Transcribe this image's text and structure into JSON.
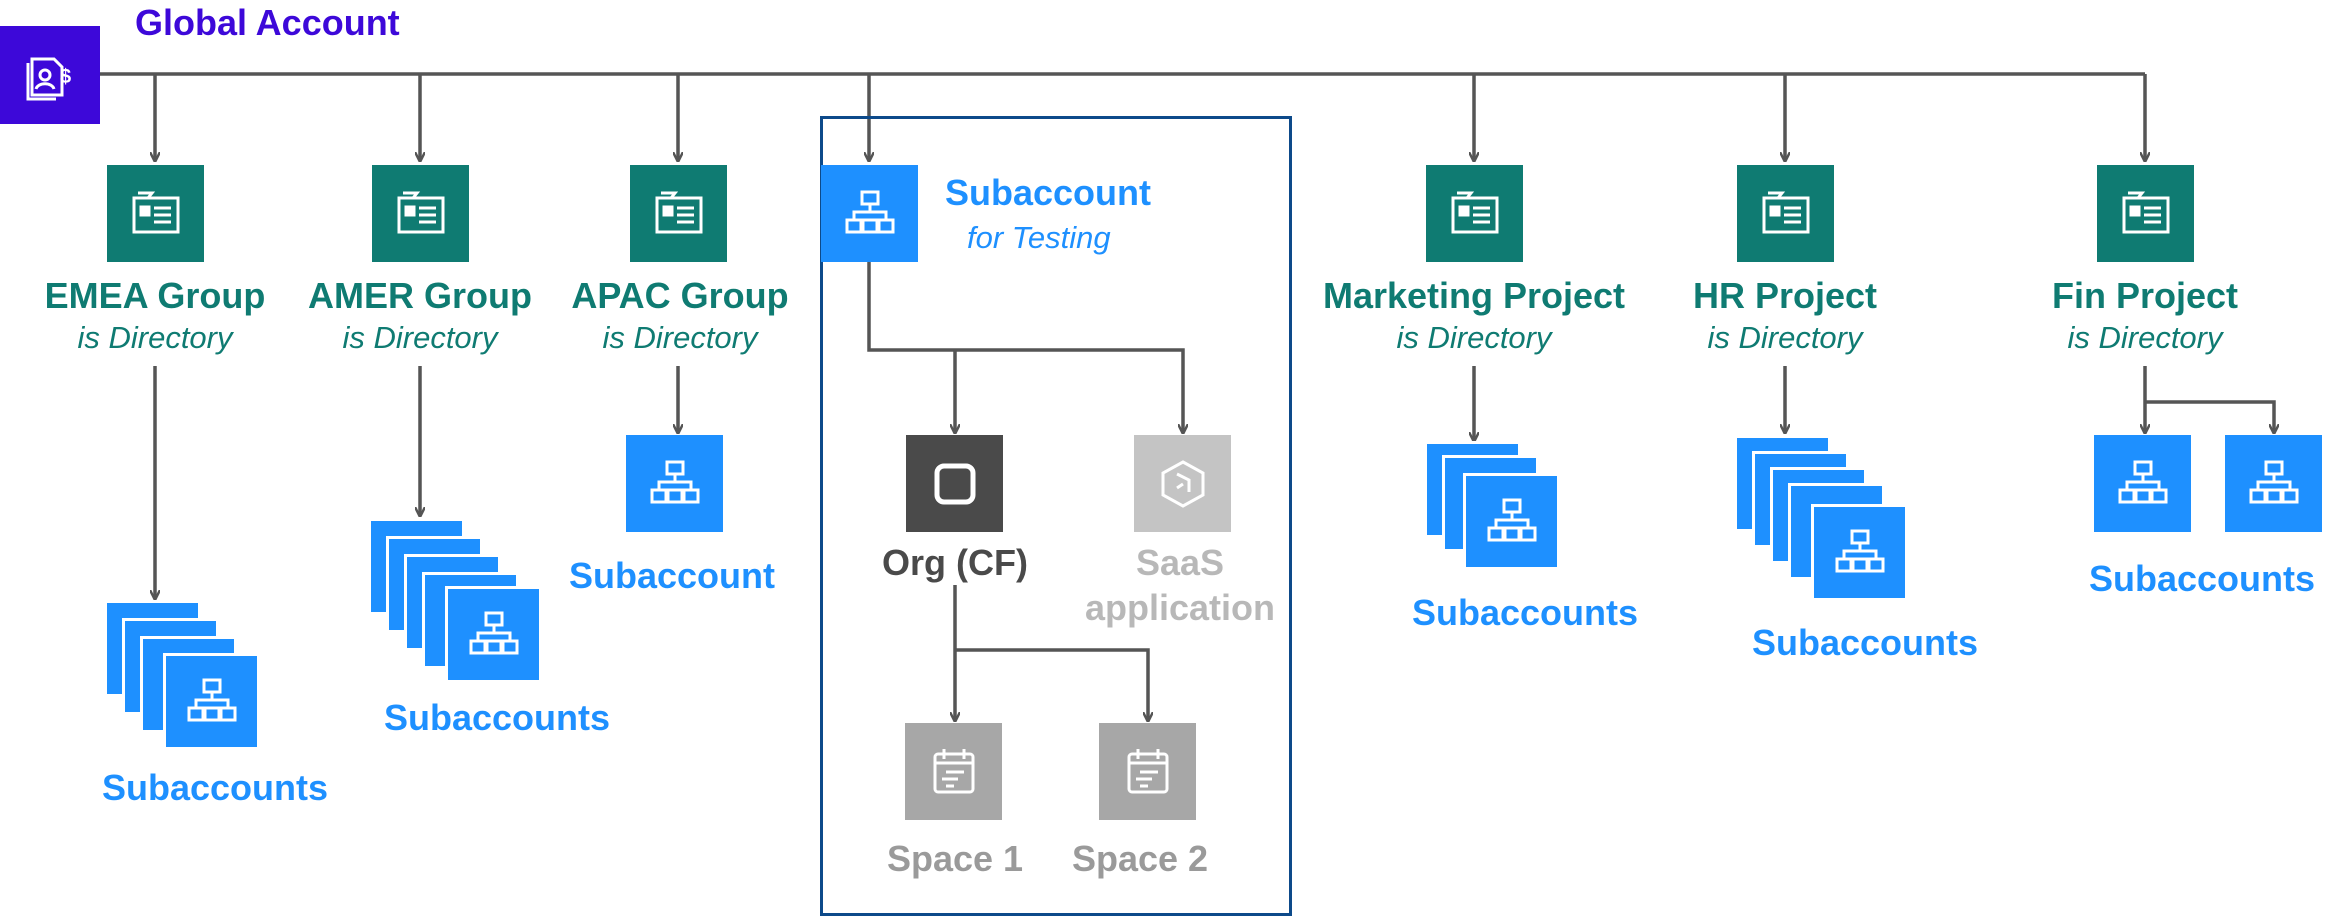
{
  "global": {
    "title": "Global Account"
  },
  "emea": {
    "name": "EMEA Group",
    "type": "is Directory",
    "children": "Subaccounts"
  },
  "amer": {
    "name": "AMER Group",
    "type": "is Directory",
    "children": "Subaccounts"
  },
  "apac": {
    "name": "APAC Group",
    "type": "is Directory",
    "children": "Subaccount"
  },
  "testing": {
    "name": "Subaccount",
    "type": "for Testing"
  },
  "org": {
    "name": "Org (CF)"
  },
  "saas": {
    "line1": "SaaS",
    "line2": "application"
  },
  "space1": {
    "name": "Space 1"
  },
  "space2": {
    "name": "Space 2"
  },
  "marketing": {
    "name": "Marketing Project",
    "type": "is Directory",
    "children": "Subaccounts"
  },
  "hr": {
    "name": "HR Project",
    "type": "is Directory",
    "children": "Subaccounts"
  },
  "fin": {
    "name": "Fin Project",
    "type": "is Directory",
    "children": "Subaccounts"
  },
  "colors": {
    "directory": "#0f7b72",
    "subaccount": "#1e90ff",
    "global": "#3d08d9",
    "org": "#4a4a4a",
    "saas": "#c4c4c4",
    "space": "#a7a7a7",
    "frame": "#0d4a8a",
    "connector": "#555555"
  },
  "icons": {
    "global": "account-billing-icon",
    "directory": "folder-card-icon",
    "subaccount": "hierarchy-icon",
    "org": "square-icon",
    "saas": "cube-icon",
    "space": "calendar-notes-icon"
  }
}
